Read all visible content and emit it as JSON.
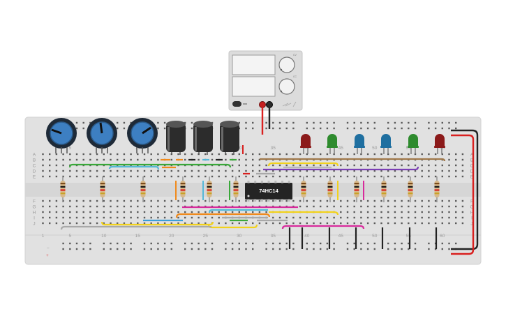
{
  "breadboard": {
    "columns_top": [
      "5",
      "10",
      "15",
      "20",
      "25",
      "30",
      "35",
      "40",
      "45",
      "50",
      "55",
      "60"
    ],
    "columns_bottom": [
      "1",
      "5",
      "10",
      "15",
      "20",
      "25",
      "30",
      "35",
      "40",
      "45",
      "50",
      "55",
      "60"
    ],
    "rows_left": [
      "A",
      "B",
      "C",
      "D",
      "E",
      "F",
      "G",
      "H",
      "I",
      "J"
    ],
    "rows_right": [
      "A",
      "B",
      "C",
      "D",
      "E",
      "F",
      "G",
      "H",
      "I",
      "J"
    ],
    "rail_minus": "−",
    "rail_plus": "+"
  },
  "ic": {
    "label": "74HC14"
  },
  "power_supply": {
    "knob_labels": [
      "CV",
      "CC"
    ]
  },
  "led_colors": [
    "#8b1a1a",
    "#2e8b2e",
    "#1f6fa0",
    "#1f6fa0",
    "#2e8b2e",
    "#8b1a1a"
  ],
  "wire_colors": {
    "red": "#d9201f",
    "black": "#222222",
    "green": "#3aa83a",
    "blue": "#55b8d8",
    "yellow": "#f2d21c",
    "orange": "#f08a1c",
    "purple": "#7b3fb5",
    "magenta": "#d82a9c",
    "brown": "#a0784a",
    "gray": "#a8a8a8",
    "cyan": "#3b9fd8"
  }
}
